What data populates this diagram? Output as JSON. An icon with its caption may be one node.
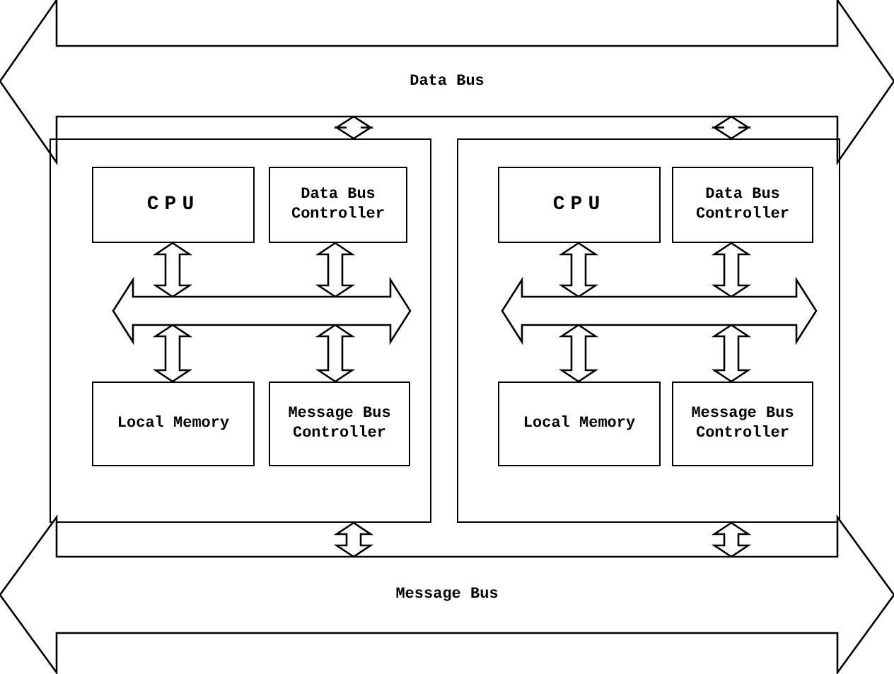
{
  "diagram": {
    "nodes": [
      {
        "text": [
          "Data Bus"
        ]
      },
      {
        "text": [],
        "shape": "box"
      },
      {
        "text": [
          "CPU"
        ],
        "in": 1
      },
      {
        "text": [
          "Data Bus Controller"
        ],
        "in": 1
      },
      {
        "text": [],
        "shape": "arrow",
        "in": 1
      },
      {
        "text": [
          "Local Memory"
        ],
        "in": 1
      },
      {
        "text": [
          "Message Bus Controller"
        ],
        "in": 1
      },
      {
        "text": [],
        "shape": "box"
      },
      {
        "text": [
          "CPU"
        ],
        "in": 7
      },
      {
        "text": [
          "Data Bus Controller"
        ],
        "in": 7
      },
      {
        "text": [],
        "shape": "arrow",
        "in": 7
      },
      {
        "text": [
          "Local Memory"
        ],
        "in": 7
      },
      {
        "text": [
          "Message Bus Controller"
        ],
        "in": 7
      },
      {
        "text": [
          "Message Bus"
        ]
      }
    ],
    "edges": [
      {
        "from": 0,
        "to": 1,
        "arrow": "both"
      },
      {
        "from": 2,
        "to": 4,
        "arrow": "both"
      },
      {
        "from": 3,
        "to": 4,
        "arrow": "both"
      },
      {
        "from": 4,
        "to": 5,
        "arrow": "both"
      },
      {
        "from": 4,
        "to": 6,
        "arrow": "both"
      },
      {
        "from": 1,
        "to": 13,
        "arrow": "both"
      },
      {
        "from": 0,
        "to": 7,
        "arrow": "both"
      },
      {
        "from": 8,
        "to": 10,
        "arrow": "both"
      },
      {
        "from": 9,
        "to": 10,
        "arrow": "both"
      },
      {
        "from": 10,
        "to": 11,
        "arrow": "both"
      },
      {
        "from": 10,
        "to": 12,
        "arrow": "both"
      },
      {
        "from": 7,
        "to": 13,
        "arrow": "both"
      }
    ]
  }
}
